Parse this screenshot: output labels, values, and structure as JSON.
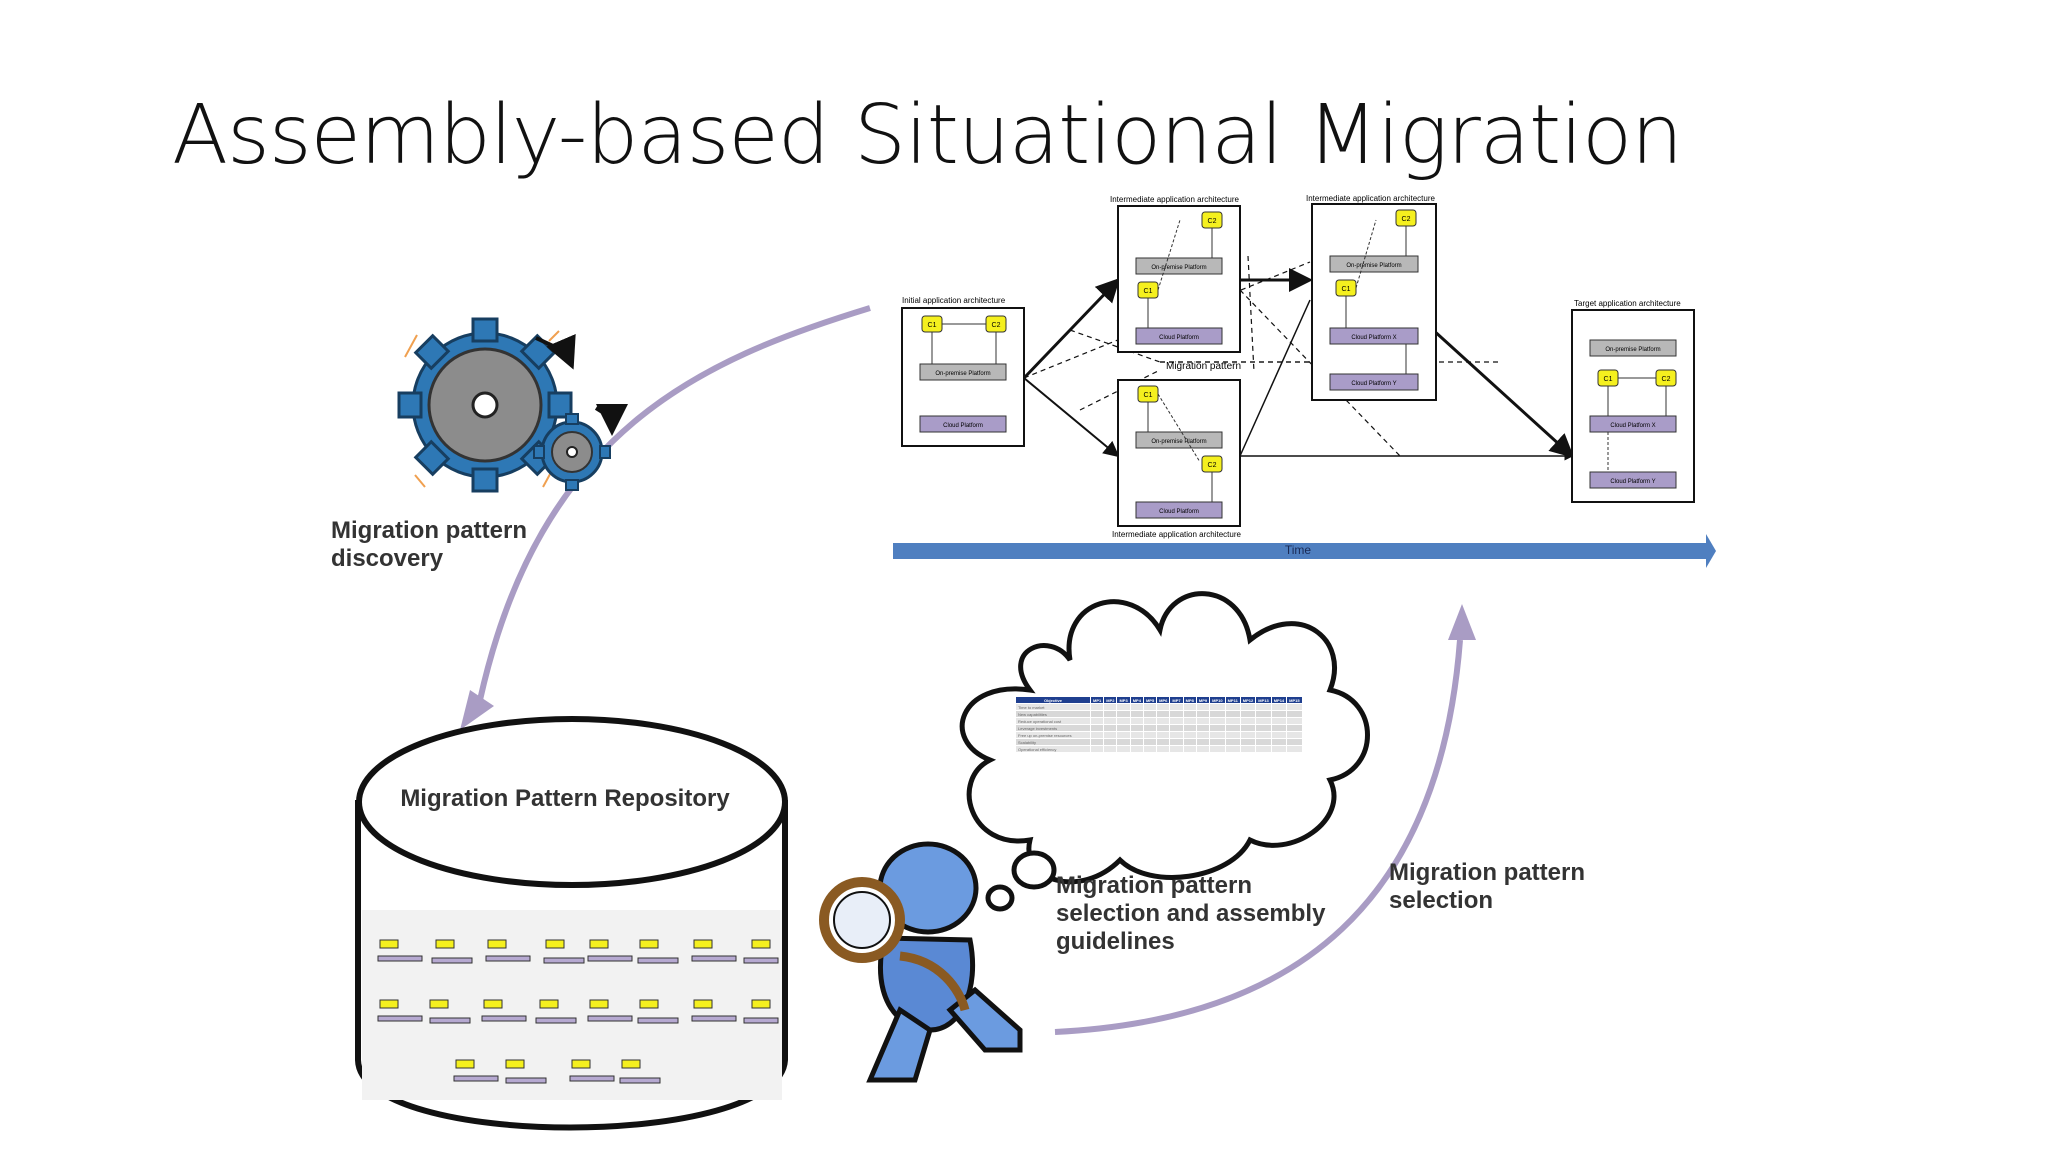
{
  "slide": {
    "title": "Assembly-based Situational Migration"
  },
  "labels": {
    "discovery": "Migration pattern\ndiscovery",
    "repository": "Migration Pattern Repository",
    "selection_guidelines": "Migration pattern\nselection and assembly\nguidelines",
    "selection": "Migration pattern\nselection"
  },
  "diagram": {
    "initial_title": "Initial application architecture",
    "intermediate_title": "Intermediate application architecture",
    "target_title": "Target application architecture",
    "migration_pattern": "Migration pattern",
    "time": "Time",
    "on_premise": "On-premise Platform",
    "cloud_platform": "Cloud Platform",
    "cloud_x": "Cloud Platform X",
    "cloud_y": "Cloud Platform Y",
    "c1": "C1",
    "c2": "C2"
  },
  "objectives_table": {
    "header": [
      "Objective",
      "MP1",
      "MP2",
      "MP3",
      "MP4",
      "MP5",
      "MP6",
      "MP7",
      "MP8",
      "MP9",
      "MP10",
      "MP11",
      "MP12",
      "MP13",
      "MP14",
      "MP15"
    ],
    "rows": [
      "Time to market",
      "New capabilities",
      "Reduce operational cost",
      "Leverage investments",
      "Free up on-premise resources",
      "Scalability",
      "Operational efficiency"
    ]
  },
  "colors": {
    "arrow_lavender": "#a99cc4",
    "time_bar": "#4f7fc0",
    "gear_blue": "#2e78b5",
    "component_yellow": "#f5f01e",
    "platform_gray": "#b8b8b8",
    "platform_purple": "#a99cc8",
    "table_header": "#1f3f8f",
    "person_blue": "#6b9be0"
  }
}
